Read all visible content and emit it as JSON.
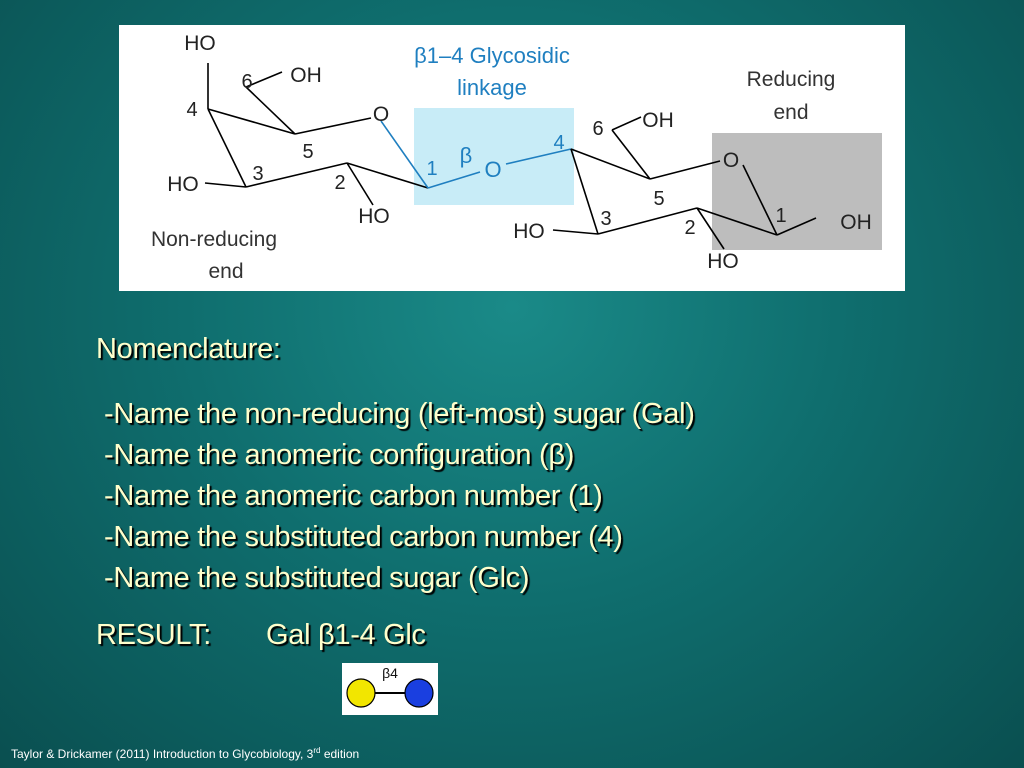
{
  "diagram": {
    "linkage_label_line1": "β1–4 Glycosidic",
    "linkage_label_line2": "linkage",
    "reducing_end_line1": "Reducing",
    "reducing_end_line2": "end",
    "non_reducing_end_line1": "Non-reducing",
    "non_reducing_end_line2": "end",
    "beta_symbol": "β",
    "bridging_oxygen": "O",
    "left_ring": {
      "c4_substituent": "HO",
      "c6_substituent": "OH",
      "ring_oxygen": "O",
      "c3_substituent": "HO",
      "c2_substituent": "HO",
      "carbon_numbers": [
        "1",
        "2",
        "3",
        "4",
        "5",
        "6"
      ]
    },
    "right_ring": {
      "c6_substituent": "OH",
      "ring_oxygen": "O",
      "c3_substituent": "HO",
      "c2_substituent": "HO",
      "c1_substituent": "OH",
      "carbon_numbers": [
        "1",
        "2",
        "3",
        "4",
        "5",
        "6"
      ]
    },
    "colors": {
      "linkage_highlight": "#c8ecf7",
      "reducing_highlight": "#bdbdbd",
      "linkage_bond": "#1f7fc0",
      "bond": "#000000"
    }
  },
  "nomenclature": {
    "heading": "Nomenclature:",
    "steps": [
      "-Name the non-reducing (left-most) sugar (Gal)",
      "-Name the anomeric configuration (β)",
      "-Name the anomeric carbon number (1)",
      "-Name the substituted carbon number (4)",
      "-Name the substituted sugar (Glc)"
    ]
  },
  "result": {
    "label": "RESULT:",
    "value": "Gal β1-4 Glc"
  },
  "symbol": {
    "linkage_label": "β4",
    "gal_color": "#f2e600",
    "glc_color": "#1a3fe0"
  },
  "citation": {
    "text_before_sup": "Taylor & Drickamer (2011) Introduction to Glycobiology, 3",
    "superscript": "rd",
    "text_after_sup": " edition"
  },
  "text_color": "#ffffcc"
}
